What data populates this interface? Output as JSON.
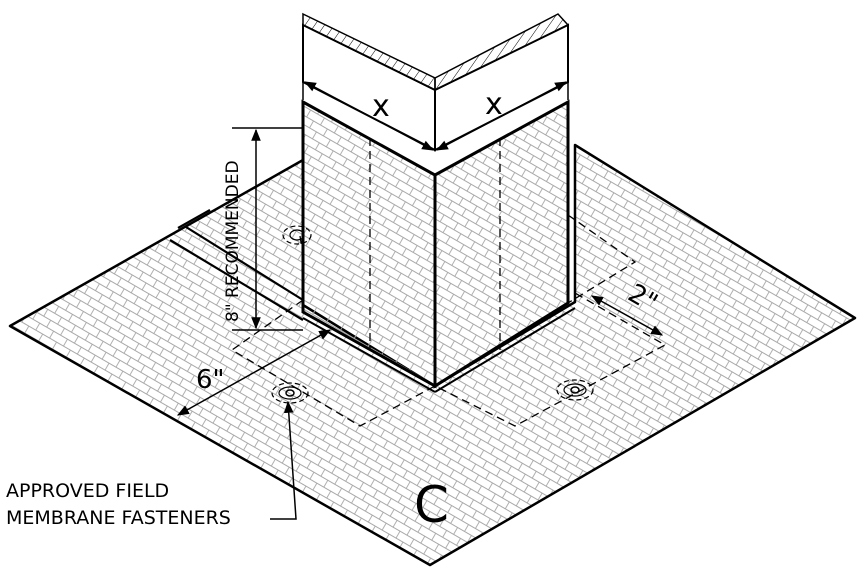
{
  "drawing": {
    "dim_width_left": "x",
    "dim_width_right": "x",
    "dim_height": "8\" RECOMMENDED",
    "dim_field_extension": "6\"",
    "dim_fastener_offset": "2\"",
    "note_line1": "APPROVED FIELD",
    "note_line2": "MEMBRANE FASTENERS",
    "detail_letter": "C"
  },
  "colors": {
    "line": "#000000",
    "pattern": "#9a9a9a",
    "background": "#ffffff"
  }
}
